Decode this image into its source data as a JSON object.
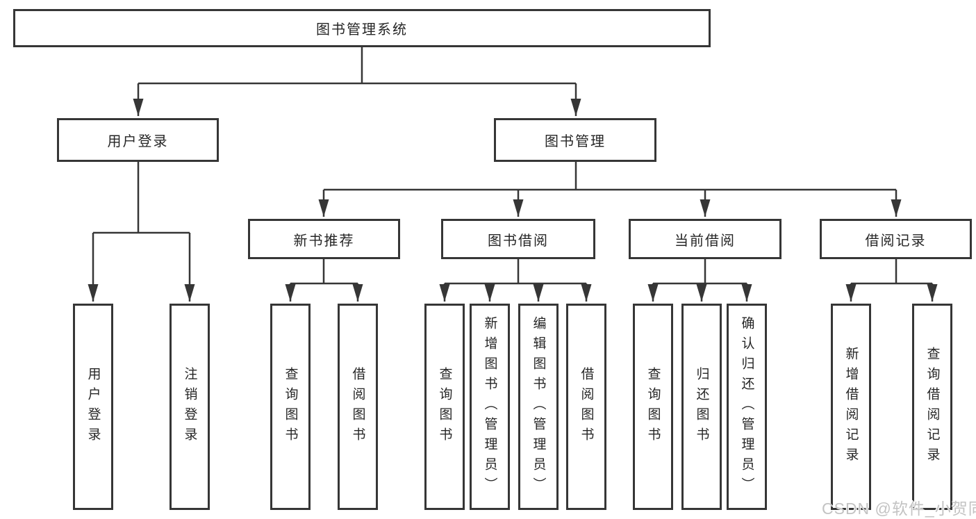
{
  "diagram": {
    "type": "tree",
    "orientation": "top-down",
    "tree": {
      "root": {
        "label": "图书管理系统",
        "children": [
          {
            "label": "用户登录",
            "children": [
              {
                "label": "用户登录"
              },
              {
                "label": "注销登录"
              }
            ]
          },
          {
            "label": "图书管理",
            "children": [
              {
                "label": "新书推荐",
                "children": [
                  {
                    "label": "查询图书"
                  },
                  {
                    "label": "借阅图书"
                  }
                ]
              },
              {
                "label": "图书借阅",
                "children": [
                  {
                    "label": "查询图书"
                  },
                  {
                    "label": "新增图书（管理员）"
                  },
                  {
                    "label": "编辑图书（管理员）"
                  },
                  {
                    "label": "借阅图书"
                  }
                ]
              },
              {
                "label": "当前借阅",
                "children": [
                  {
                    "label": "查询图书"
                  },
                  {
                    "label": "归还图书"
                  },
                  {
                    "label": "确认归还（管理员）"
                  }
                ]
              },
              {
                "label": "借阅记录",
                "children": [
                  {
                    "label": "新增借阅记录"
                  },
                  {
                    "label": "查询借阅记录"
                  }
                ]
              }
            ]
          }
        ]
      }
    },
    "colors": {
      "box_border": "#363636",
      "connector_line": "#363636",
      "text": "#262626",
      "background": "#ffffff",
      "watermark_text_color": "#c3c3c3"
    }
  },
  "watermark": {
    "text": "CSDN @软件_小贺同学"
  }
}
